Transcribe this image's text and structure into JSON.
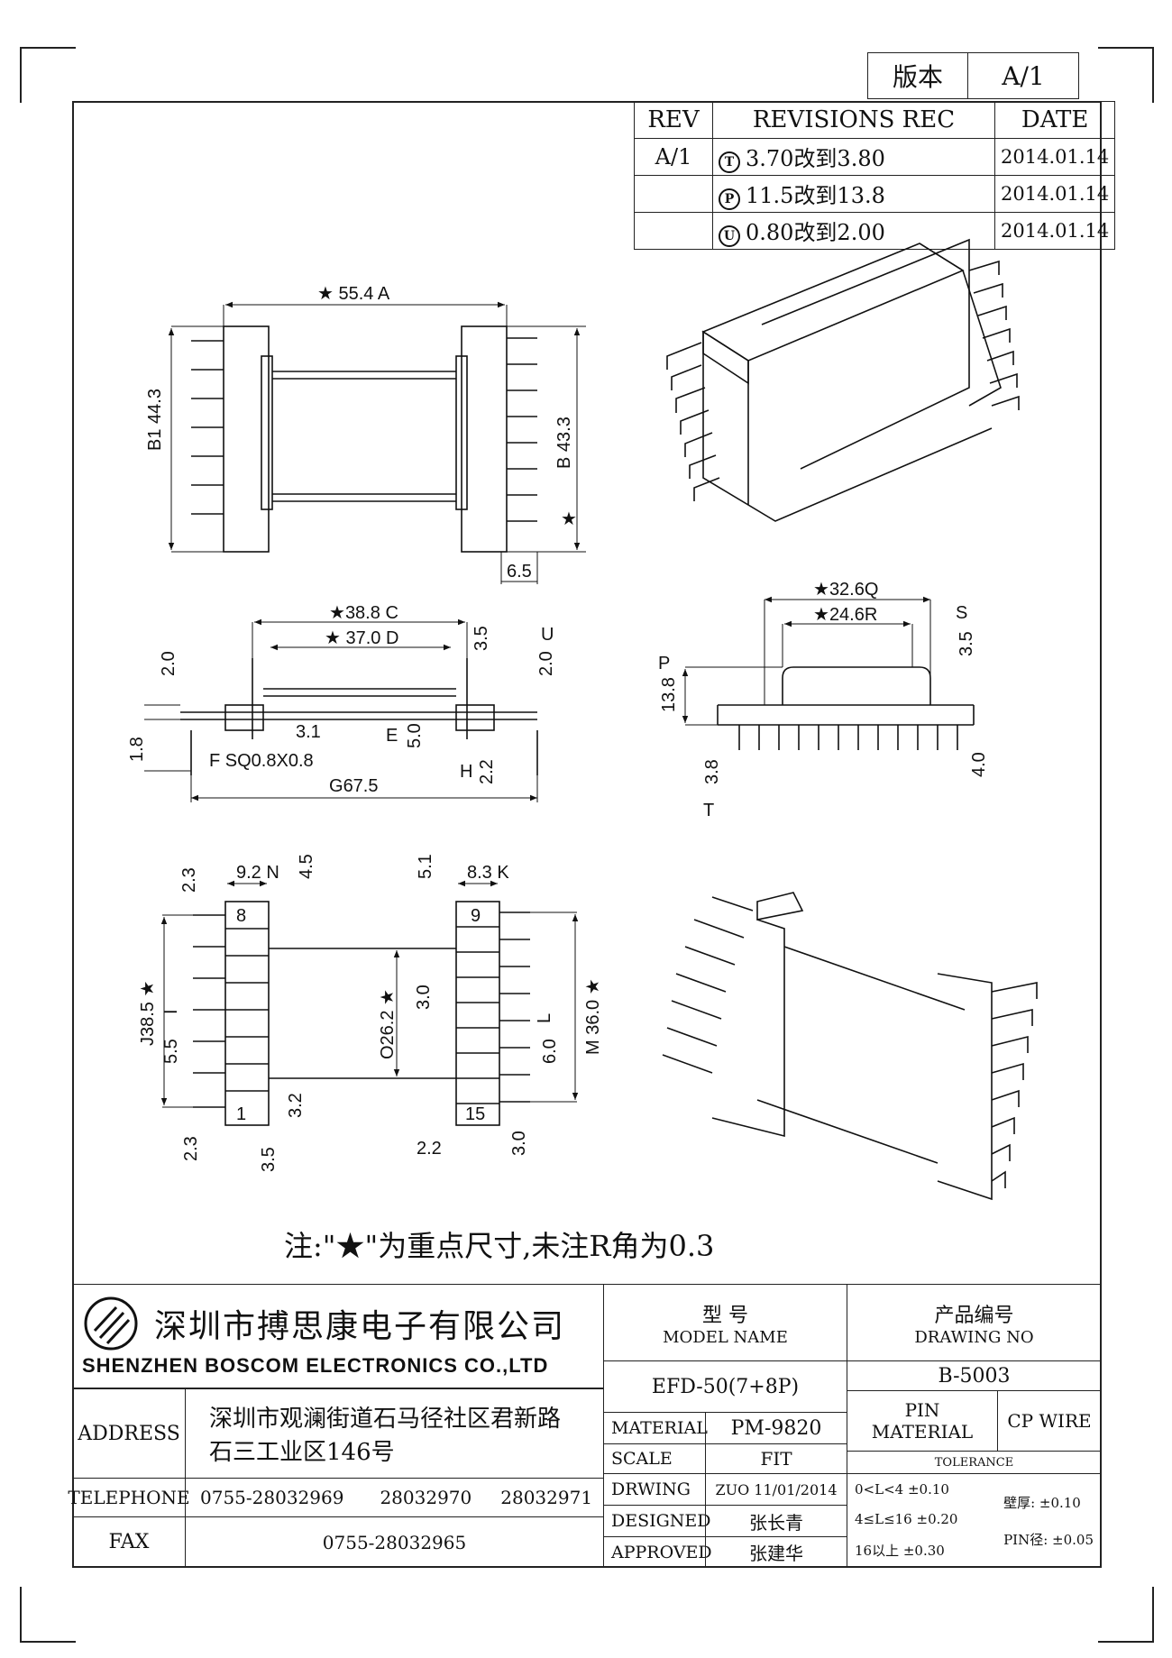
{
  "version": {
    "label": "版本",
    "value": "A/1"
  },
  "revisions": {
    "headers": [
      "REV",
      "REVISIONS REC",
      "DATE"
    ],
    "rows": [
      {
        "rev": "A/1",
        "mark": "T",
        "text": "3.70改到3.80",
        "date": "2014.01.14"
      },
      {
        "rev": "",
        "mark": "P",
        "text": "11.5改到13.8",
        "date": "2014.01.14"
      },
      {
        "rev": "",
        "mark": "U",
        "text": "0.80改到2.00",
        "date": "2014.01.14"
      }
    ]
  },
  "drawing": {
    "view1": {
      "top_dim": "55.4",
      "top_mark": "A",
      "left_dim": "44.3",
      "left_mark": "B1",
      "right_dim": "43.3",
      "right_mark": "B",
      "bottom_dim": "6.5"
    },
    "view2": {
      "dim_c": "38.8",
      "mark_c": "C",
      "dim_d": "37.0",
      "mark_d": "D",
      "dim_35": "3.5",
      "dim_20a": "2.0",
      "dim_20b": "2.0",
      "mark_u": "U",
      "dim_18": "1.8",
      "dim_31": "3.1",
      "mark_e": "E",
      "dim_50": "5.0",
      "mark_f": "F",
      "sq": "SQ0.8X0.8",
      "mark_h": "H",
      "dim_22": "2.2",
      "mark_g": "G",
      "dim_g": "67.5"
    },
    "view3": {
      "dim_q": "32.6",
      "mark_q": "Q",
      "dim_r": "24.6",
      "mark_r": "R",
      "mark_s": "S",
      "dim_35": "3.5",
      "mark_p": "P",
      "dim_138": "13.8",
      "dim_38": "3.8",
      "mark_t": "T",
      "dim_40": "4.0"
    },
    "view4": {
      "dim_23a": "2.3",
      "dim_92": "9.2",
      "mark_n": "N",
      "dim_45": "4.5",
      "dim_51": "5.1",
      "dim_83": "8.3",
      "mark_k": "K",
      "pin8": "8",
      "pin9": "9",
      "pin1": "1",
      "pin15": "15",
      "mark_j": "J",
      "dim_385": "38.5",
      "mark_i": "I",
      "dim_55": "5.5",
      "mark_o": "O",
      "dim_262": "26.2",
      "dim_30a": "3.0",
      "mark_l": "L",
      "dim_60": "6.0",
      "mark_m": "M",
      "dim_360": "36.0",
      "dim_32": "3.2",
      "dim_23b": "2.3",
      "dim_35": "3.5",
      "dim_22": "2.2",
      "dim_30b": "3.0"
    }
  },
  "note": "注:\"★\"为重点尺寸,未注R角为0.3",
  "company": {
    "cn": "深圳市搏思康电子有限公司",
    "en": "SHENZHEN BOSCOM ELECTRONICS CO.,LTD"
  },
  "address": {
    "label": "ADDRESS",
    "line1": "深圳市观澜街道石马径社区君新路",
    "line2": "石三工业区146号"
  },
  "telephone": {
    "label": "TELEPHONE",
    "n1": "0755-28032969",
    "n2": "28032970",
    "n3": "28032971"
  },
  "fax": {
    "label": "FAX",
    "value": "0755-28032965"
  },
  "model": {
    "cn": "型    号",
    "en": "MODEL NAME",
    "value": "EFD-50(7+8P)"
  },
  "drawing_no": {
    "cn": "产品编号",
    "en": "DRAWING NO",
    "value": "B-5003"
  },
  "material": {
    "label": "MATERIAL",
    "value": "PM-9820"
  },
  "pin_material": {
    "label1": "PIN",
    "label2": "MATERIAL",
    "value": "CP WIRE"
  },
  "scale": {
    "label": "SCALE",
    "value": "FIT"
  },
  "tolerance": {
    "label": "TOLERANCE",
    "r1": "0<L<4    ±0.10",
    "r2": "4≤L≤16  ±0.20",
    "r3": "16以上     ±0.30",
    "wall": "壁厚:  ±0.10",
    "pin": "PIN径: ±0.05"
  },
  "drwing": {
    "label": "DRWING",
    "value": "ZUO 11/01/2014"
  },
  "designed": {
    "label": "DESIGNED",
    "value": "张长青"
  },
  "approved": {
    "label": "APPROVED",
    "value": "张建华"
  }
}
